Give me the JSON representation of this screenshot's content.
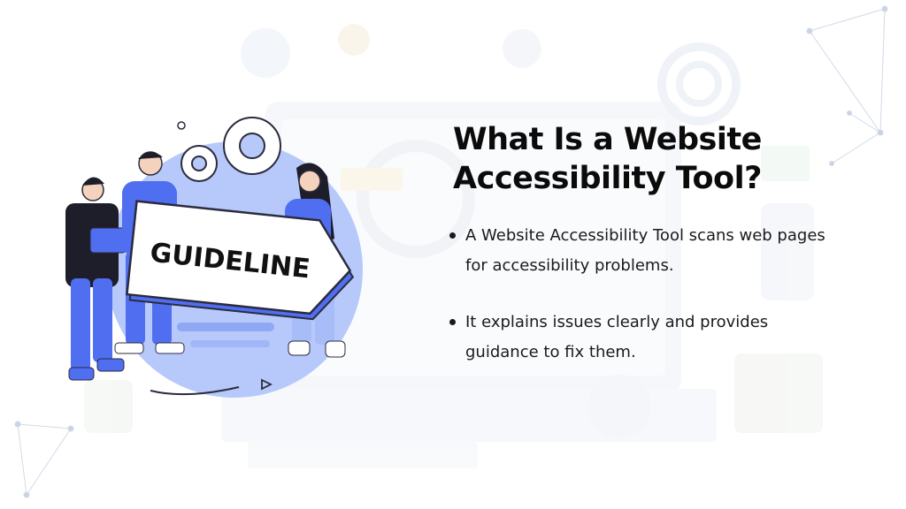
{
  "slide": {
    "title": "What Is a Website Accessibility Tool?",
    "illustration_label": "GUIDELINE",
    "bullets": [
      "A Website Accessibility Tool scans web pages for accessibility problems.",
      "It explains issues clearly and provides guidance to fix them."
    ]
  },
  "colors": {
    "accent": "#4f6ef0",
    "circle": "#b7c9fb",
    "text": "#0b0b0b"
  },
  "icons": [
    "gear-icon",
    "target-icon",
    "shield-icon",
    "magnifier-icon",
    "network-lines-icon"
  ]
}
